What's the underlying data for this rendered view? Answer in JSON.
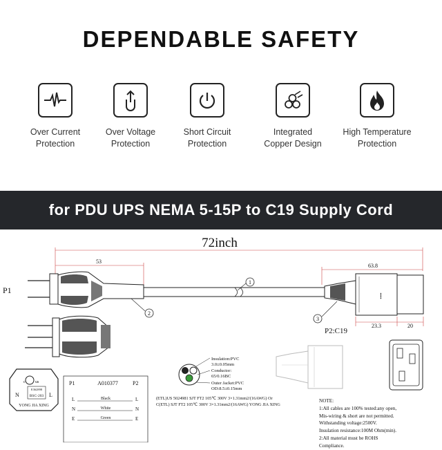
{
  "title": "DEPENDABLE SAFETY",
  "features": [
    {
      "icon": "pulse-wave-icon",
      "line1": "Over Current",
      "line2": "Protection"
    },
    {
      "icon": "plug-arrow-icon",
      "line1": "Over Voltage",
      "line2": "Protection"
    },
    {
      "icon": "power-button-icon",
      "line1": "Short Circuit",
      "line2": "Protection"
    },
    {
      "icon": "copper-wires-icon",
      "line1": "Integrated",
      "line2": "Copper Design"
    },
    {
      "icon": "flame-icon",
      "line1": "High Temperature",
      "line2": "Protection"
    }
  ],
  "banner": "for PDU UPS NEMA 5-15P to C19 Supply Cord",
  "drawing": {
    "length": "72inch",
    "dim_plug": "53",
    "dim_conn": "63.8",
    "dim_c1": "23.3",
    "dim_c2": "20",
    "p1": "P1",
    "p2": "P2:C19",
    "callout1": "1",
    "callout2": "2",
    "callout3": "3",
    "insulation": "Insulation:PVC",
    "insulation_dim": "3.0±0.05mm",
    "conductor": "Conductor:",
    "conductor_spec": "65/0.16BC",
    "jacket": "Outer Jacket:PVC",
    "jacket_dim": "OD:8.5±0.15mm",
    "cert1": "(ETL)US 5024981 SJT FT2 105℃ 300V 3×1.31mm2/(16AWG) Or",
    "cert2": "C(ETL) SJT FT2 105℃ 300V 3×1.31mm2/(16AWG) YONG JIA XING",
    "stamp_top": "E362898",
    "stamp_code": "BSC-203",
    "stamp_brand": "YONG JIA XING",
    "stamp_left": "N",
    "stamp_right": "L",
    "stamp_c": "c",
    "stamp_us": "us",
    "wiring": {
      "p1": "P1",
      "part": "A010377",
      "p2": "P2",
      "rows": [
        {
          "left": "L",
          "color": "Black",
          "right": "L"
        },
        {
          "left": "N",
          "color": "White",
          "right": "N"
        },
        {
          "left": "E",
          "color": "Green",
          "right": "E"
        }
      ]
    }
  },
  "notes": [
    "NOTE:",
    "1:All cables are 100% tested:any open,",
    "Mis-wiring & short are not permitted.",
    "   Withstanding voltage:2500V.",
    "   Insulation resistance:100M Ohm(min).",
    "2:All material must be ROHS",
    "   Compliance."
  ]
}
